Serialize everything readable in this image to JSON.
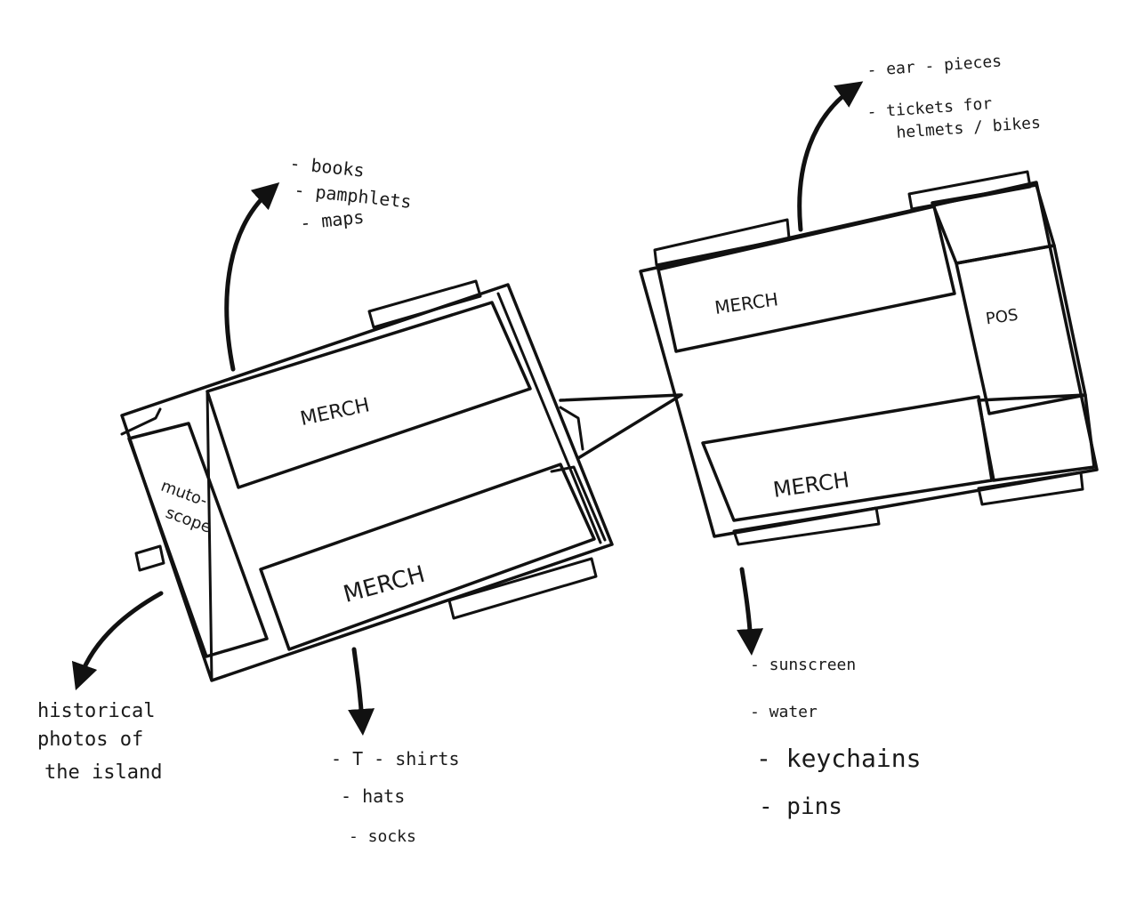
{
  "trailer_left": {
    "merch_top": "MERCH",
    "merch_bottom": "MERCH",
    "muto_scope_line1": "muto-",
    "muto_scope_line2": "scope"
  },
  "trailer_right": {
    "merch_top": "MERCH",
    "merch_bottom": "MERCH",
    "pos": "POS"
  },
  "notes": {
    "top_left": [
      "- books",
      "- pamphlets",
      "- maps"
    ],
    "top_right": [
      "- ear - pieces",
      "- tickets for",
      "helmets / bikes"
    ],
    "bottom_left": [
      "historical",
      "photos of",
      "the island"
    ],
    "bottom_center": [
      "- T - shirts",
      "- hats",
      "- socks"
    ],
    "bottom_right": [
      "- sunscreen",
      "- water",
      "- keychains",
      "- pins"
    ]
  }
}
